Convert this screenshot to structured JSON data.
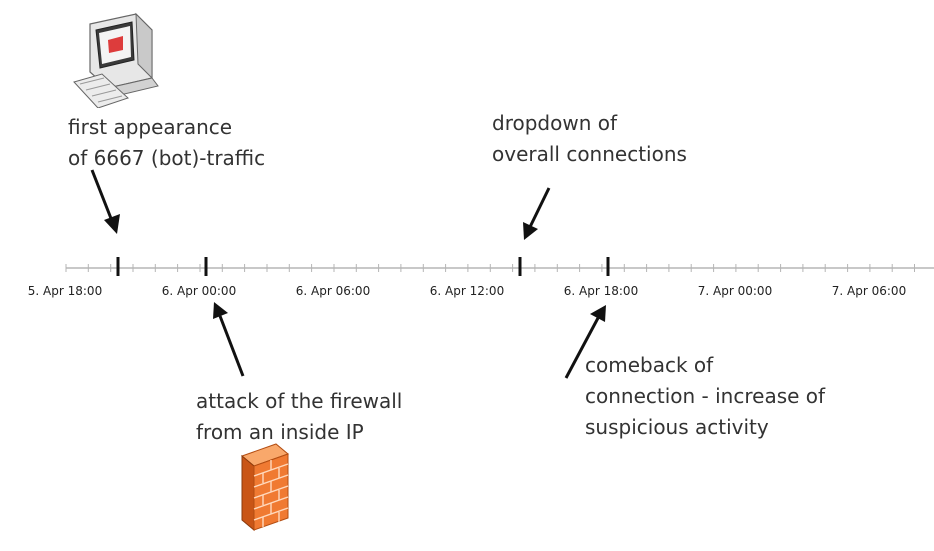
{
  "timeline": {
    "labels": [
      "5. Apr 18:00",
      "6. Apr 00:00",
      "6. Apr 06:00",
      "6. Apr 12:00",
      "6. Apr 18:00",
      "7. Apr 00:00",
      "7. Apr 06:00"
    ]
  },
  "annotations": {
    "bot_traffic": {
      "lines": [
        "first appearance",
        "of 6667 (bot)-traffic"
      ]
    },
    "connection_drop": {
      "lines": [
        "dropdown of",
        "overall connections"
      ]
    },
    "firewall_attack": {
      "lines": [
        "attack of the firewall",
        "from an inside IP"
      ]
    },
    "comeback": {
      "lines": [
        "comeback of",
        "connection - increase of",
        "suspicious activity"
      ]
    }
  },
  "icons": {
    "computer": "computer-icon",
    "firewall": "firewall-icon"
  },
  "colors": {
    "firewall_brick": "#f07a32",
    "screen_red": "#d81b1b"
  }
}
